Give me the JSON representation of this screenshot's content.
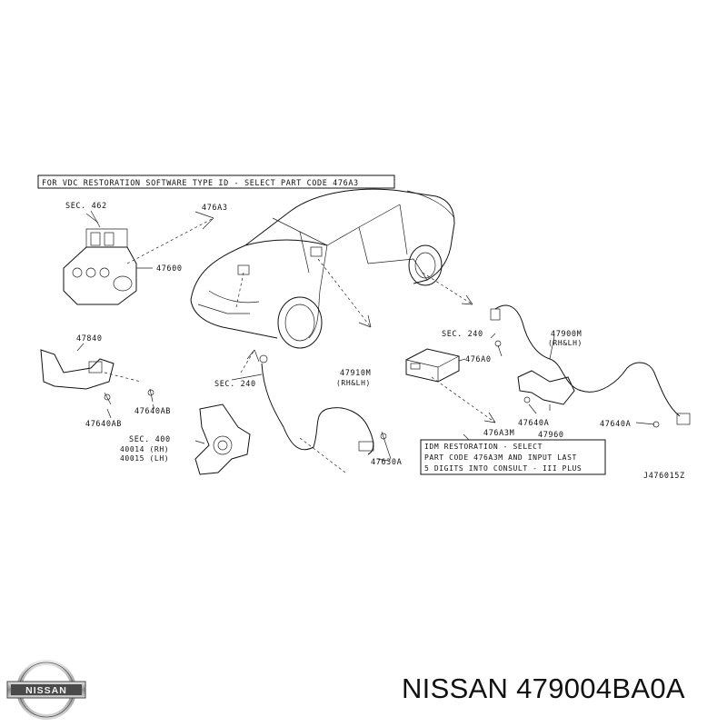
{
  "diagram": {
    "header_note": "FOR VDC RESTORATION SOFTWARE TYPE ID - SELECT PART CODE 476A3",
    "idm_note": {
      "line1": "IDM RESTORATION - SELECT",
      "line2": "PART CODE 476A3M AND INPUT LAST",
      "line3": "5 DIGITS INTO CONSULT - III PLUS"
    },
    "labels": {
      "sec462": "SEC. 462",
      "p476a3": "476A3",
      "p47600": "47600",
      "p47840": "47840",
      "p47640ab_1": "47640AB",
      "p47640ab_2": "47640AB",
      "sec240_a": "SEC. 240",
      "p47910m": "47910M",
      "rhlh_1": "(RH&LH)",
      "sec400": "SEC. 400",
      "p40014": "40014 (RH)",
      "p40015": "40015 (LH)",
      "p47630a": "47630A",
      "sec240_b": "SEC. 240",
      "p476a0": "476A0",
      "p47900m": "47900M",
      "rhlh_2": "(RH&LH)",
      "p47640a_1": "47640A",
      "p47960": "47960",
      "p47640a_2": "47640A",
      "p476a3m": "476A3M",
      "ref": "J476015Z"
    }
  },
  "logo": {
    "text": "NISSAN"
  },
  "caption": "NISSAN 479004BA0A"
}
